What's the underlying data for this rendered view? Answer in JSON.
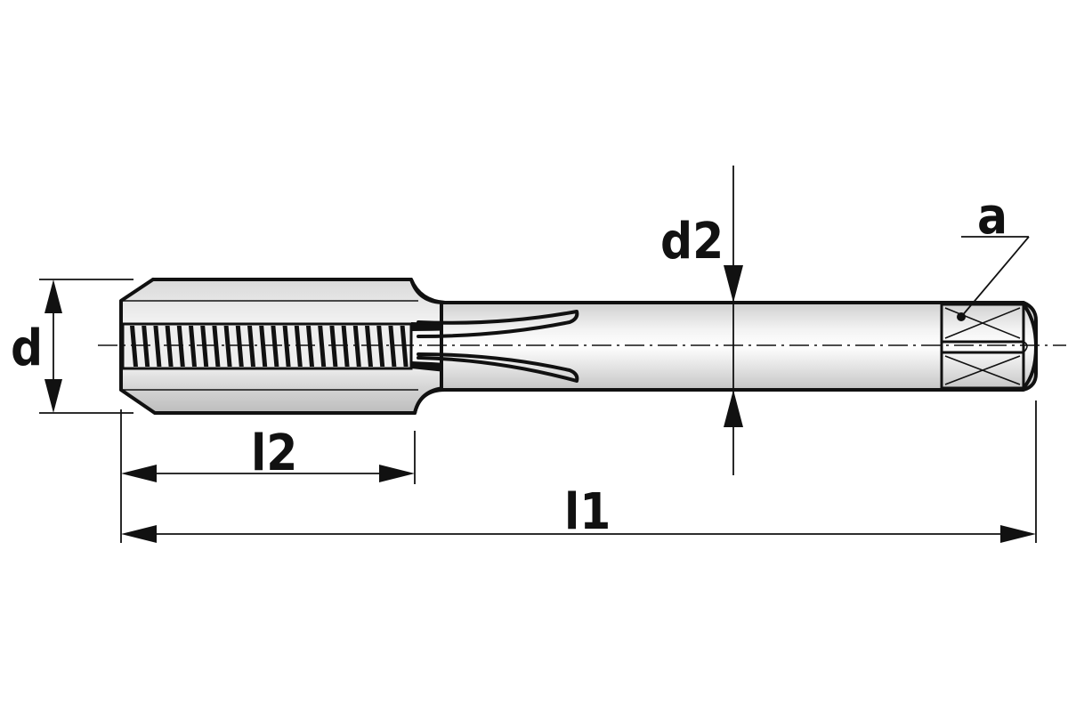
{
  "labels": {
    "d": "d",
    "d2": "d2",
    "a": "a",
    "l2": "l2",
    "l1": "l1"
  }
}
